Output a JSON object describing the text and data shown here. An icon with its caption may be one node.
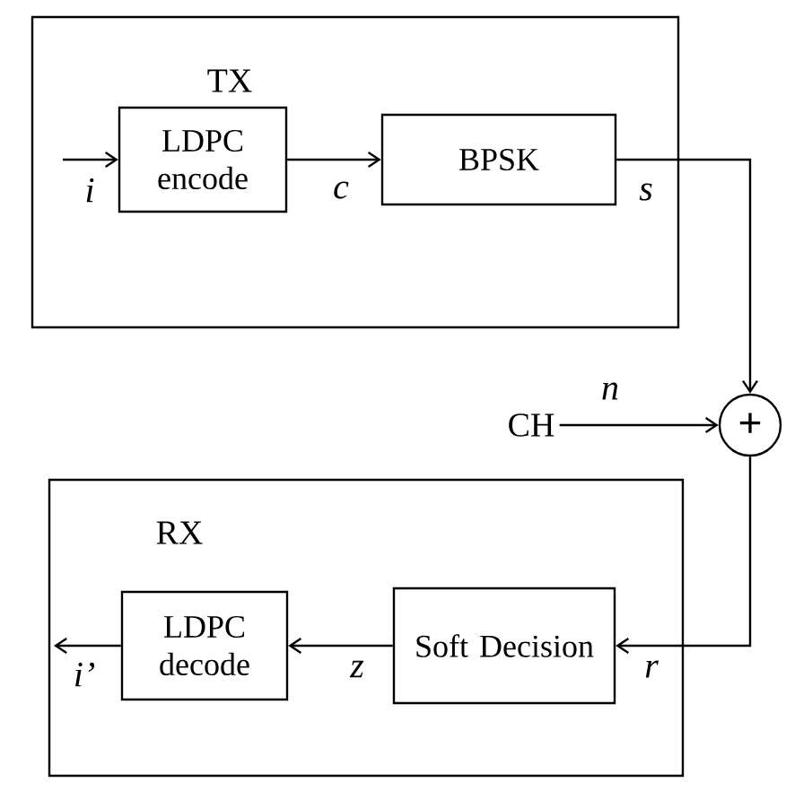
{
  "diagram": {
    "nodes": [
      {
        "text": [
          "TX"
        ]
      },
      {
        "text": [
          "LDPC encode"
        ],
        "in": 0
      },
      {
        "text": [
          "BPSK"
        ],
        "in": 0
      },
      {
        "text": [
          "+"
        ]
      },
      {
        "text": [
          "RX"
        ]
      },
      {
        "text": [
          "LDPC decode"
        ],
        "in": 4
      },
      {
        "text": [
          "Soft Decision"
        ],
        "in": 4
      },
      {
        "text": [
          "CH"
        ]
      }
    ],
    "edges": [
      {
        "from": null,
        "to": 1,
        "arrow": "to",
        "label": "i"
      },
      {
        "from": 1,
        "to": 2,
        "arrow": "to",
        "label": "c"
      },
      {
        "from": 2,
        "to": 3,
        "arrow": "to",
        "label": "s"
      },
      {
        "from": 7,
        "to": 3,
        "arrow": "to",
        "label": "n"
      },
      {
        "from": 3,
        "to": 6,
        "arrow": "to",
        "label": "r"
      },
      {
        "from": 6,
        "to": 5,
        "arrow": "to",
        "label": "z"
      },
      {
        "from": 5,
        "to": null,
        "arrow": "to",
        "label": "i’"
      }
    ]
  }
}
